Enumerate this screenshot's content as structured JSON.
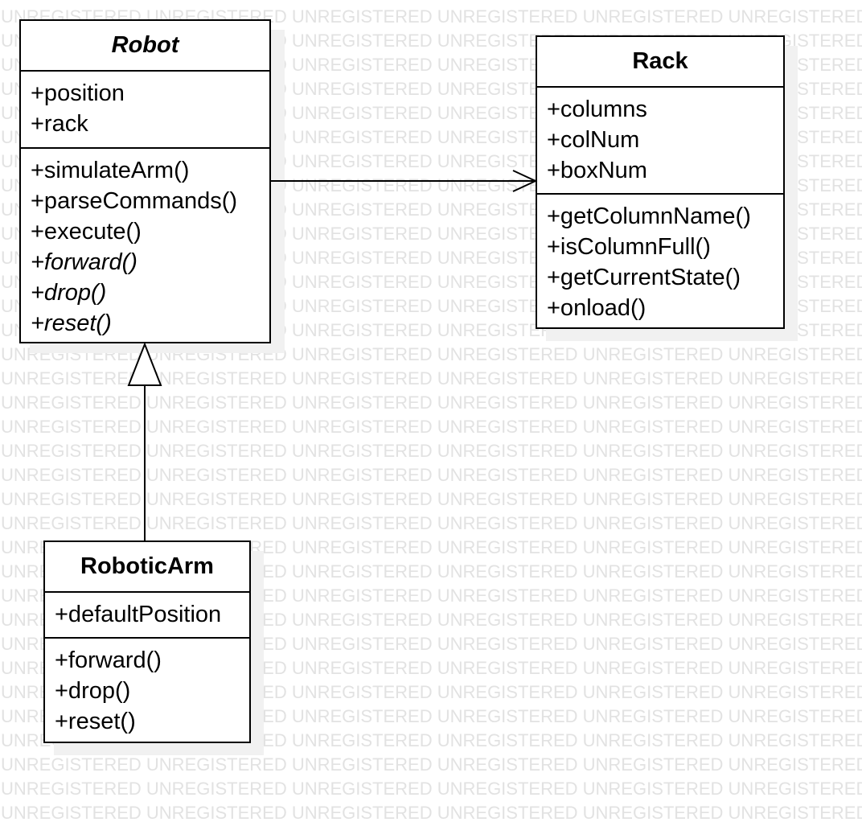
{
  "watermark_text": "UNREGISTERED UNREGISTERED UNREGISTERED UNREGISTERED UNREGISTERED UNREGISTERED",
  "classes": {
    "robot": {
      "name": "Robot",
      "abstract": true,
      "attributes": [
        "+position",
        "+rack"
      ],
      "operations": [
        {
          "text": "+simulateArm()",
          "italic": false
        },
        {
          "text": "+parseCommands()",
          "italic": false
        },
        {
          "text": "+execute()",
          "italic": false
        },
        {
          "text": "+forward()",
          "italic": true
        },
        {
          "text": "+drop()",
          "italic": true
        },
        {
          "text": "+reset()",
          "italic": true
        }
      ]
    },
    "rack": {
      "name": "Rack",
      "abstract": false,
      "attributes": [
        "+columns",
        "+colNum",
        "+boxNum"
      ],
      "operations": [
        {
          "text": "+getColumnName()",
          "italic": false
        },
        {
          "text": "+isColumnFull()",
          "italic": false
        },
        {
          "text": "+getCurrentState()",
          "italic": false
        },
        {
          "text": "+onload()",
          "italic": false
        }
      ]
    },
    "roboticArm": {
      "name": "RoboticArm",
      "abstract": false,
      "attributes": [
        "+defaultPosition"
      ],
      "operations": [
        {
          "text": "+forward()",
          "italic": false
        },
        {
          "text": "+drop()",
          "italic": false
        },
        {
          "text": "+reset()",
          "italic": false
        }
      ]
    }
  },
  "relations": [
    {
      "type": "association",
      "from": "Robot",
      "to": "Rack",
      "arrow": "open"
    },
    {
      "type": "generalization",
      "from": "RoboticArm",
      "to": "Robot",
      "arrow": "hollow-triangle"
    }
  ]
}
